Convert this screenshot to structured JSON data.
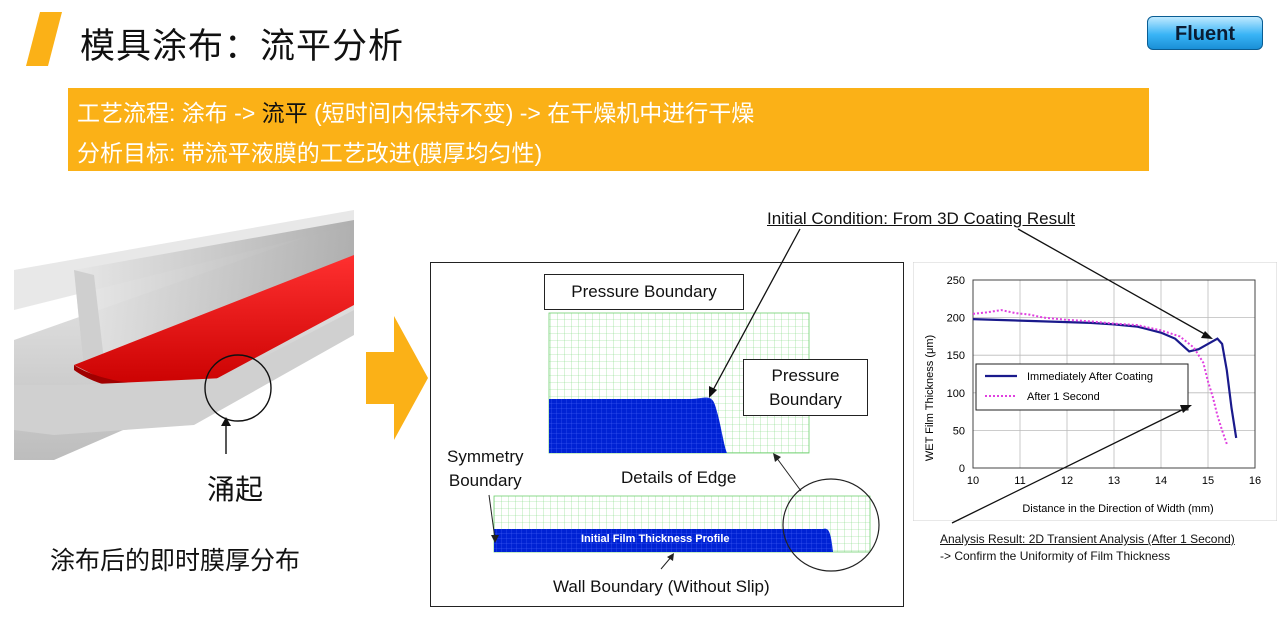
{
  "header": {
    "title": "模具涂布：流平分析",
    "badge": "Fluent",
    "colors": {
      "accent": "#fbb117",
      "badge": "#39b4f6"
    }
  },
  "banner": {
    "line1_prefix": "工艺流程: 涂布 -> ",
    "line1_highlight": "流平",
    "line1_suffix": " (短时间内保持不变) -> 在干燥机中进行干燥",
    "line2": "分析目标: 带流平液膜的工艺改进(膜厚均匀性)"
  },
  "left": {
    "bulge_label": "涌起",
    "caption": "涂布后的即时膜厚分布"
  },
  "diagram": {
    "pressure_top": "Pressure Boundary",
    "pressure_right_l1": "Pressure",
    "pressure_right_l2": "Boundary",
    "symmetry_l1": "Symmetry",
    "symmetry_l2": "Boundary",
    "details_edge": "Details of Edge",
    "film_profile": "Initial Film Thickness Profile",
    "wall_boundary": "Wall Boundary (Without Slip)",
    "initial_condition": "Initial Condition: From 3D Coating Result"
  },
  "result": {
    "line1": "Analysis Result: 2D Transient Analysis (After 1 Second)",
    "line2": "-> Confirm the Uniformity of Film Thickness"
  },
  "chart_data": {
    "type": "line",
    "xlabel": "Distance in the Direction of Width (mm)",
    "ylabel": "WET Film Thickness (μm)",
    "xlim": [
      10,
      16
    ],
    "ylim": [
      0,
      250
    ],
    "xticks": [
      10,
      11,
      12,
      13,
      14,
      15,
      16
    ],
    "yticks": [
      0,
      50,
      100,
      150,
      200,
      250
    ],
    "grid": true,
    "legend": "center-left",
    "series": [
      {
        "name": "Immediately After Coating",
        "color": "#1a1a8c",
        "style": "solid",
        "x": [
          10,
          10.5,
          11,
          11.5,
          12,
          12.5,
          13,
          13.5,
          14,
          14.3,
          14.6,
          14.8,
          15.0,
          15.2,
          15.3,
          15.4,
          15.5,
          15.6
        ],
        "y": [
          198,
          197,
          196,
          195,
          194,
          193,
          191,
          188,
          180,
          172,
          155,
          158,
          165,
          172,
          165,
          130,
          80,
          40
        ]
      },
      {
        "name": "After 1 Second",
        "color": "#e040e0",
        "style": "dotted",
        "x": [
          10,
          10.3,
          10.6,
          10.9,
          11.2,
          11.5,
          12,
          12.5,
          13,
          13.5,
          14,
          14.4,
          14.7,
          14.9,
          15.0,
          15.1,
          15.2,
          15.3,
          15.4
        ],
        "y": [
          205,
          207,
          210,
          206,
          204,
          200,
          197,
          195,
          192,
          190,
          183,
          175,
          160,
          140,
          115,
          95,
          70,
          50,
          32
        ]
      }
    ]
  }
}
